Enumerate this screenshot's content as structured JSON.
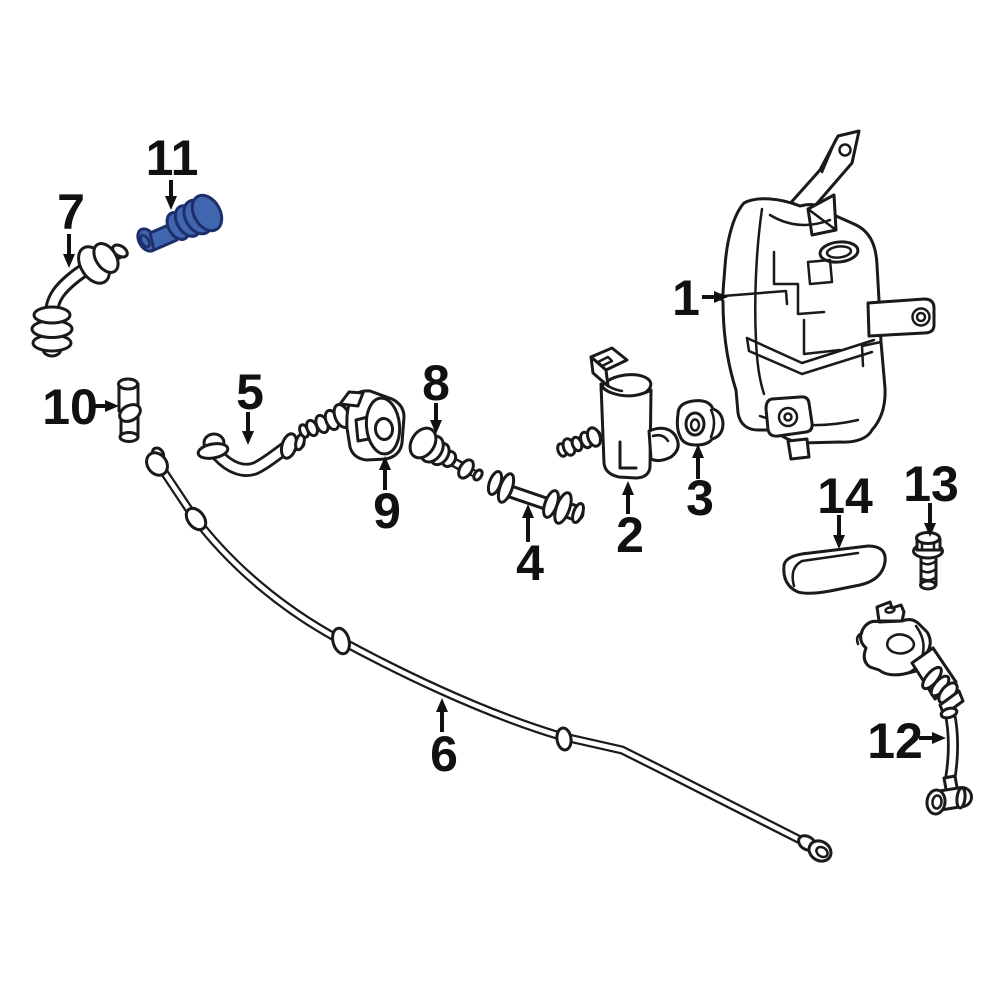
{
  "canvas": {
    "background": "#ffffff",
    "line_color": "#1a1a1a",
    "label_color": "#111111"
  },
  "highlighted_part": {
    "number": "11",
    "fill": "#4066b0",
    "outline": "#1d2f6b"
  },
  "callouts": [
    {
      "number": "1"
    },
    {
      "number": "2"
    },
    {
      "number": "3"
    },
    {
      "number": "4"
    },
    {
      "number": "5"
    },
    {
      "number": "6"
    },
    {
      "number": "7"
    },
    {
      "number": "8"
    },
    {
      "number": "9"
    },
    {
      "number": "10"
    },
    {
      "number": "11"
    },
    {
      "number": "12"
    },
    {
      "number": "13"
    },
    {
      "number": "14"
    }
  ]
}
